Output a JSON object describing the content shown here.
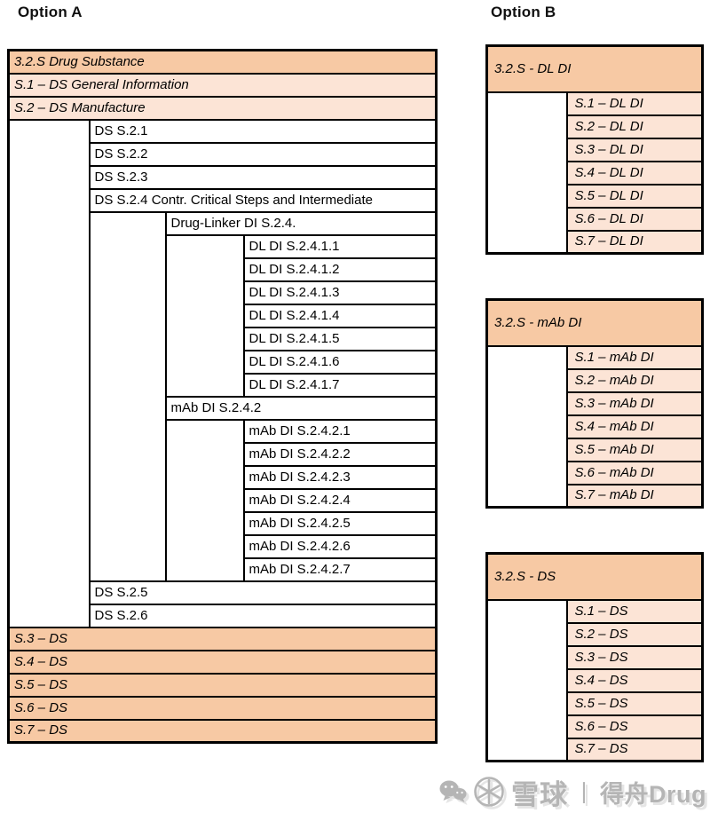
{
  "titles": {
    "option_a": "Option A",
    "option_b": "Option B"
  },
  "colors": {
    "header_fill": "#f7c9a4",
    "subrow_fill": "#fce4d6",
    "plain_fill": "#ffffff",
    "border": "#000000",
    "watermark_gray": "#a6a6a6"
  },
  "option_a": {
    "header": "3.2.S Drug Substance",
    "s1": "S.1 – DS General Information",
    "s2": "S.2 – DS Manufacture",
    "s21": "DS S.2.1",
    "s22": "DS S.2.2",
    "s23": "DS S.2.3",
    "s24": "DS S.2.4 Contr. Critical Steps and Intermediate",
    "dl_header": "Drug-Linker DI S.2.4.",
    "dl_rows": [
      "DL DI S.2.4.1.1",
      "DL DI S.2.4.1.2",
      "DL DI S.2.4.1.3",
      "DL DI S.2.4.1.4",
      "DL DI S.2.4.1.5",
      "DL DI S.2.4.1.6",
      "DL DI S.2.4.1.7"
    ],
    "mab_header": "mAb DI S.2.4.2",
    "mab_rows": [
      "mAb DI S.2.4.2.1",
      "mAb DI S.2.4.2.2",
      "mAb DI S.2.4.2.3",
      "mAb DI S.2.4.2.4",
      "mAb DI S.2.4.2.5",
      "mAb DI S.2.4.2.6",
      "mAb DI S.2.4.2.7"
    ],
    "s25": "DS S.2.5",
    "s26": "DS S.2.6",
    "footer_rows": [
      "S.3 – DS",
      "S.4 – DS",
      "S.5 – DS",
      "S.6 – DS",
      "S.7 – DS"
    ]
  },
  "option_b": {
    "blocks": [
      {
        "header": "3.2.S - DL DI",
        "rows": [
          "S.1 – DL DI",
          "S.2 – DL DI",
          "S.3 – DL DI",
          "S.4 – DL DI",
          "S.5 – DL DI",
          "S.6 – DL DI",
          "S.7 – DL DI"
        ]
      },
      {
        "header": "3.2.S - mAb DI",
        "rows": [
          "S.1 – mAb DI",
          "S.2 – mAb DI",
          "S.3 – mAb DI",
          "S.4 – mAb DI",
          "S.5 – mAb DI",
          "S.6 – mAb DI",
          "S.7 – mAb DI"
        ]
      },
      {
        "header": "3.2.S - DS",
        "rows": [
          "S.1 – DS",
          "S.2 – DS",
          "S.3 – DS",
          "S.4 – DS",
          "S.5 – DS",
          "S.6 – DS",
          "S.7 – DS"
        ]
      }
    ]
  },
  "watermark": {
    "platform": "雪球",
    "separator": "丨",
    "author": "得舟Drug"
  }
}
